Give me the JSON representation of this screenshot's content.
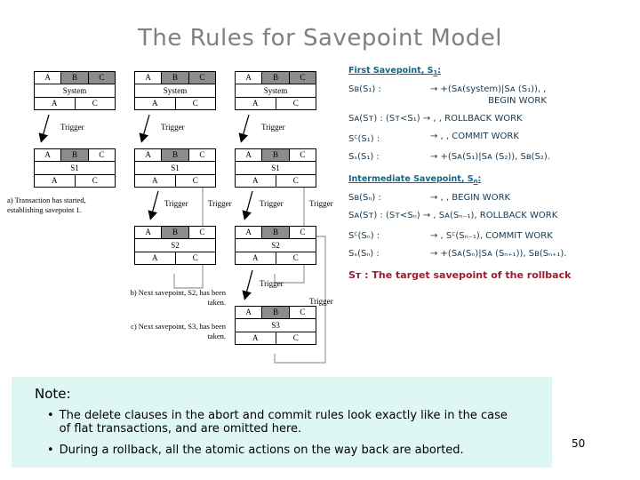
{
  "slide": {
    "title": "The Rules for Savepoint Model",
    "page_number": "50"
  },
  "diagram": {
    "blocks": [
      {
        "id": "a-sys",
        "label": "System",
        "top": [
          "A",
          "B",
          "C"
        ],
        "bottom": [
          "A",
          "C"
        ]
      },
      {
        "id": "a-s1",
        "label": "S1",
        "top": [
          "A",
          "B",
          "C"
        ],
        "bottom": [
          "A",
          "C"
        ]
      },
      {
        "id": "b-sys",
        "label": "System",
        "top": [
          "A",
          "B",
          "C"
        ],
        "bottom": [
          "A",
          "C"
        ]
      },
      {
        "id": "b-s1",
        "label": "S1",
        "top": [
          "A",
          "B",
          "C"
        ],
        "bottom": [
          "A",
          "C"
        ]
      },
      {
        "id": "b-s2",
        "label": "S2",
        "top": [
          "A",
          "B",
          "C"
        ],
        "bottom": [
          "A",
          "C"
        ]
      },
      {
        "id": "c-sys",
        "label": "System",
        "top": [
          "A",
          "B",
          "C"
        ],
        "bottom": [
          "A",
          "C"
        ]
      },
      {
        "id": "c-s1",
        "label": "S1",
        "top": [
          "A",
          "B",
          "C"
        ],
        "bottom": [
          "A",
          "C"
        ]
      },
      {
        "id": "c-s2",
        "label": "S2",
        "top": [
          "A",
          "B",
          "C"
        ],
        "bottom": [
          "A",
          "C"
        ]
      },
      {
        "id": "c-s3",
        "label": "S3",
        "top": [
          "A",
          "B",
          "C"
        ],
        "bottom": [
          "A",
          "C"
        ]
      }
    ],
    "trigger_label": "Trigger",
    "captions": {
      "a": "a) Transaction has started, establishing savepoint 1.",
      "b": "b) Next savepoint, S2, has been taken.",
      "c": "c) Next savepoint, S3, has been taken."
    }
  },
  "rules": {
    "first_heading": "First Savepoint, S",
    "first_heading_sub": "1",
    "first_heading_tail": ":",
    "intermediate_heading": "Intermediate Savepoint, S",
    "intermediate_heading_sub": "n",
    "intermediate_heading_tail": ":",
    "first": [
      {
        "lhs": "Sʙ(S₁) :",
        "rhs": "→ +(Sᴀ(system)|Sᴀ (S₁)), ,",
        "continuation": "BEGIN WORK"
      },
      {
        "lhs": "Sᴀ(Sᴛ) : (Sᴛ<S₁) → , , ROLLBACK WORK",
        "rhs": "",
        "continuation": ""
      },
      {
        "lhs": "Sꟲ(S₁) :",
        "rhs": "→ , , COMMIT WORK",
        "continuation": ""
      },
      {
        "lhs": "Sₛ(S₁) :",
        "rhs": "→ +(Sᴀ(S₁)|Sᴀ (S₂)), Sʙ(S₂).",
        "continuation": ""
      }
    ],
    "intermediate": [
      {
        "lhs": "Sʙ(Sₙ) :",
        "rhs": "→ , , BEGIN WORK",
        "continuation": ""
      },
      {
        "lhs": "Sᴀ(Sᴛ) : (Sᴛ<Sₙ) → , Sᴀ(Sₙ₋₁), ROLLBACK WORK",
        "rhs": "",
        "continuation": ""
      },
      {
        "lhs": "Sꟲ(Sₙ) :",
        "rhs": "→ , Sꟲ(Sₙ₋₁), COMMIT WORK",
        "continuation": ""
      },
      {
        "lhs": "Sₛ(Sₙ) :",
        "rhs": "→ +(Sᴀ(Sₙ)|Sᴀ (Sₙ₊₁)), Sʙ(Sₙ₊₁).",
        "continuation": ""
      }
    ],
    "target_note": "Sᴛ :  The target savepoint of the rollback"
  },
  "note": {
    "title": "Note:",
    "bullets": [
      "The delete clauses in the abort and commit rules look exactly like in the case of flat transactions, and are omitted here.",
      "During a rollback, all the atomic actions on the way back are aborted."
    ],
    "bullet_char": "•"
  },
  "colors": {
    "title_gray": "#808080",
    "rule_teal": "#0b6a87",
    "rule_text": "#16394f",
    "target_red": "#9e1b32",
    "note_bg": "#dff7f2",
    "cell_gray": "#8c8c8c"
  }
}
